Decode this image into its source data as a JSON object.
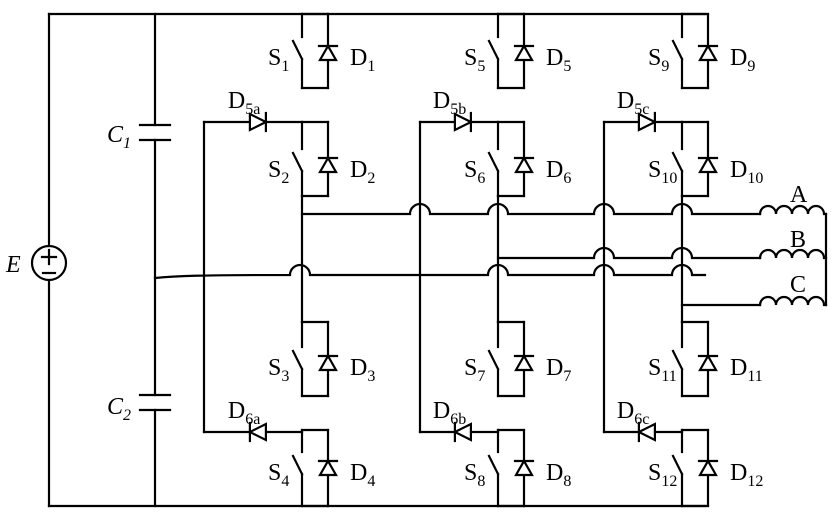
{
  "source": {
    "name": "E"
  },
  "capacitors": [
    {
      "base": "C",
      "sub": "1"
    },
    {
      "base": "C",
      "sub": "2"
    }
  ],
  "legs": [
    {
      "switches": [
        {
          "base": "S",
          "sub": "1"
        },
        {
          "base": "S",
          "sub": "2"
        },
        {
          "base": "S",
          "sub": "3"
        },
        {
          "base": "S",
          "sub": "4"
        }
      ],
      "diodes": [
        {
          "base": "D",
          "sub": "1"
        },
        {
          "base": "D",
          "sub": "2"
        },
        {
          "base": "D",
          "sub": "3"
        },
        {
          "base": "D",
          "sub": "4"
        }
      ],
      "clamp_top": {
        "base": "D",
        "sub": "5a"
      },
      "clamp_bottom": {
        "base": "D",
        "sub": "6a"
      }
    },
    {
      "switches": [
        {
          "base": "S",
          "sub": "5"
        },
        {
          "base": "S",
          "sub": "6"
        },
        {
          "base": "S",
          "sub": "7"
        },
        {
          "base": "S",
          "sub": "8"
        }
      ],
      "diodes": [
        {
          "base": "D",
          "sub": "5"
        },
        {
          "base": "D",
          "sub": "6"
        },
        {
          "base": "D",
          "sub": "7"
        },
        {
          "base": "D",
          "sub": "8"
        }
      ],
      "clamp_top": {
        "base": "D",
        "sub": "5b"
      },
      "clamp_bottom": {
        "base": "D",
        "sub": "6b"
      }
    },
    {
      "switches": [
        {
          "base": "S",
          "sub": "9"
        },
        {
          "base": "S",
          "sub": "10"
        },
        {
          "base": "S",
          "sub": "11"
        },
        {
          "base": "S",
          "sub": "12"
        }
      ],
      "diodes": [
        {
          "base": "D",
          "sub": "9"
        },
        {
          "base": "D",
          "sub": "10"
        },
        {
          "base": "D",
          "sub": "11"
        },
        {
          "base": "D",
          "sub": "12"
        }
      ],
      "clamp_top": {
        "base": "D",
        "sub": "5c"
      },
      "clamp_bottom": {
        "base": "D",
        "sub": "6c"
      }
    }
  ],
  "phases": [
    "A",
    "B",
    "C"
  ]
}
